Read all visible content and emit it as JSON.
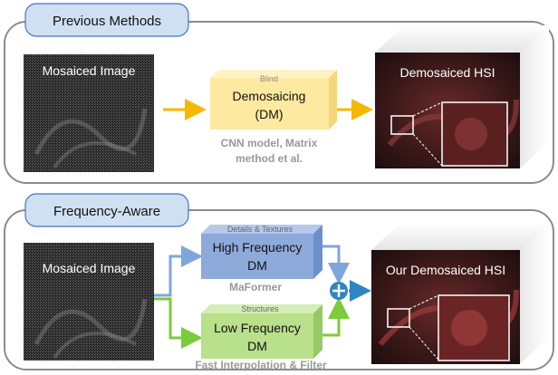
{
  "top_panel": {
    "tab_label": "Previous Methods",
    "input_label": "Mosaiced Image",
    "block_caption": "Blind",
    "block_line1": "Demosaicing",
    "block_line2": "(DM)",
    "note_line1": "CNN model, Matrix",
    "note_line2": "method et al.",
    "output_label": "Demosaiced HSI"
  },
  "bottom_panel": {
    "tab_label": "Frequency-Aware",
    "input_label": "Mosaiced Image",
    "high_caption": "Details & Textures",
    "high_line1": "High Frequency",
    "high_line2": "DM",
    "high_note": "MaFormer",
    "low_caption": "Structures",
    "low_line1": "Low Frequency",
    "low_line2": "DM",
    "low_note": "Fast Interpolation & Filter",
    "output_label": "Our Demosaiced HSI"
  },
  "colors": {
    "tab_fill": "#cfe0f3",
    "tab_stroke": "#4472c4",
    "blind_block": "#fde9a0",
    "high_block": "#8eaadb",
    "low_block": "#b9e08a",
    "orange_arrow": "#f5b800",
    "blue_arrow": "#7fa6db",
    "green_arrow": "#7ccb3c",
    "sum_node": "#2e86c1"
  }
}
